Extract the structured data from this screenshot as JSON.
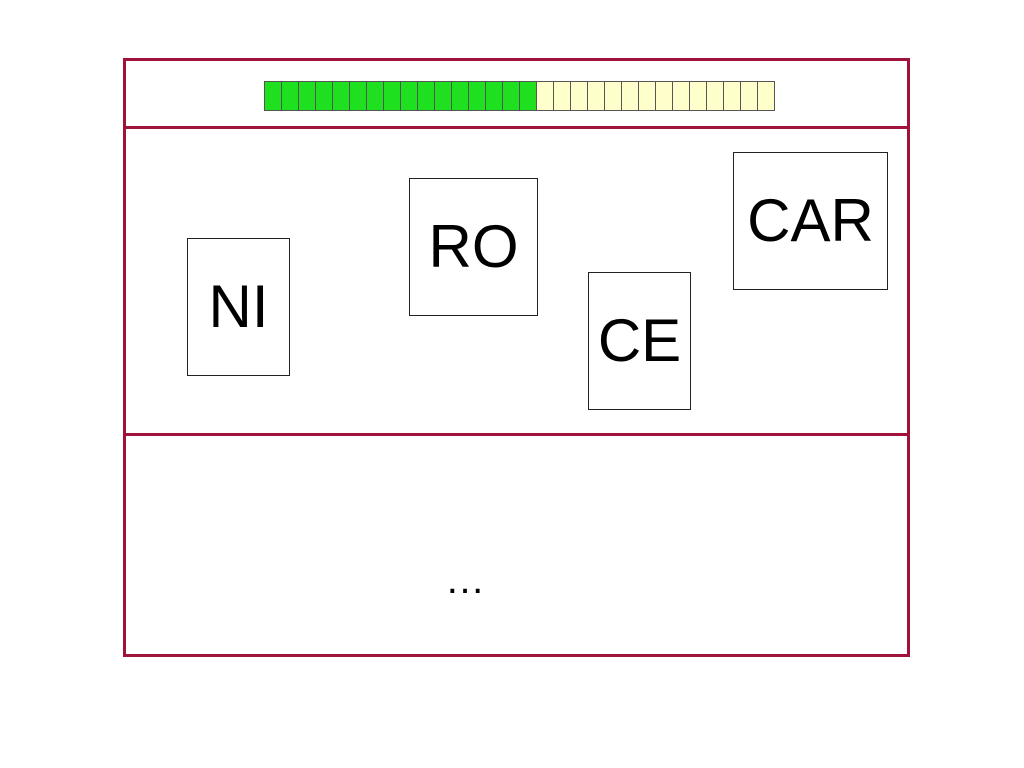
{
  "progress": {
    "total_segments": 30,
    "filled_segments": 16,
    "filled_color": "#1ee01e",
    "empty_color": "#ffffcc"
  },
  "cards": {
    "ni": "NI",
    "ro": "RO",
    "ce": "CE",
    "car": "CAR"
  },
  "footer": {
    "ellipsis": "…"
  },
  "colors": {
    "frame": "#a0123a"
  }
}
